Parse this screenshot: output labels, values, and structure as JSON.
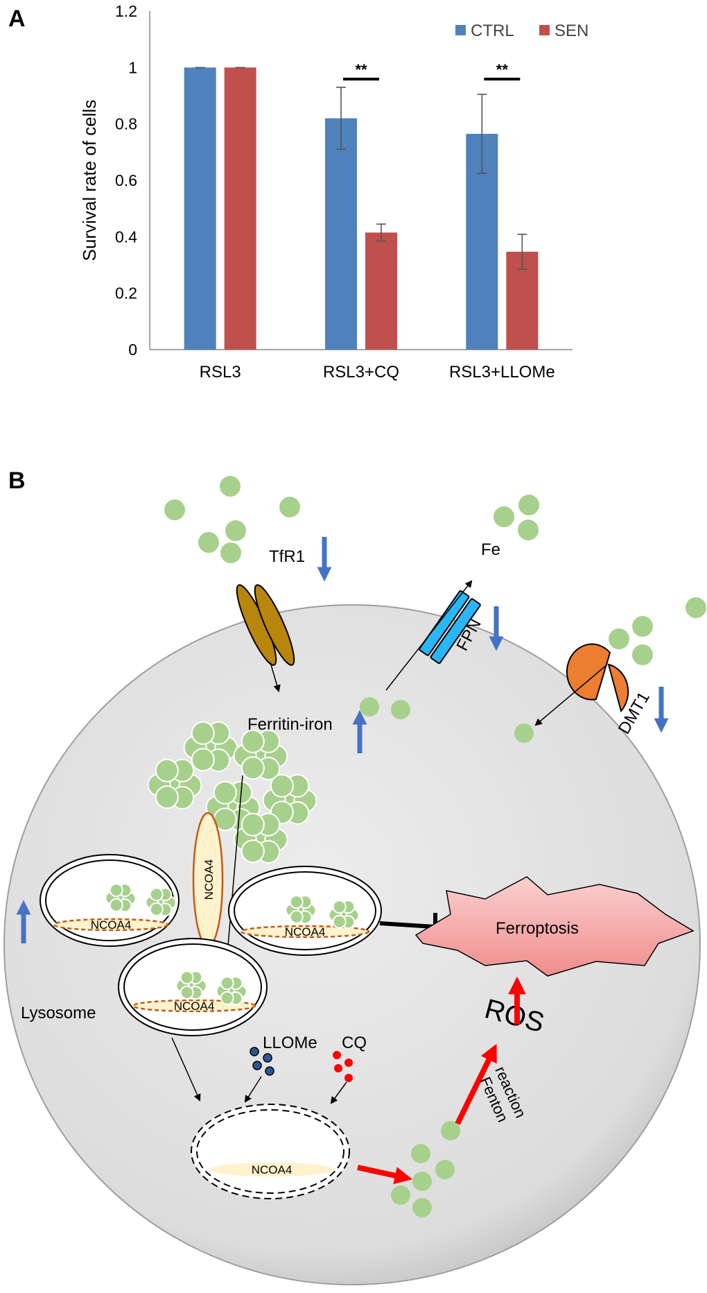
{
  "panel_a_label": "A",
  "panel_b_label": "B",
  "chart_data": {
    "type": "bar",
    "categories": [
      "RSL3",
      "RSL3+CQ",
      "RSL3+LLOMe"
    ],
    "series": [
      {
        "name": "CTRL",
        "color": "#4f81bd",
        "values": [
          1.0,
          0.82,
          0.765
        ],
        "errors": [
          0.0,
          0.11,
          0.14
        ]
      },
      {
        "name": "SEN",
        "color": "#c0504d",
        "values": [
          1.0,
          0.415,
          0.347
        ],
        "errors": [
          0.0,
          0.03,
          0.062
        ]
      }
    ],
    "ylabel": "Survival rate of cells",
    "ylim": [
      0,
      1.2
    ],
    "yticks": [
      0,
      0.2,
      0.4,
      0.6,
      0.8,
      1,
      1.2
    ],
    "ytick_labels": [
      "0",
      "0.2",
      "0.4",
      "0.6",
      "0.8",
      "1",
      "1.2"
    ],
    "significance": [
      {
        "category": "RSL3+CQ",
        "label": "**"
      },
      {
        "category": "RSL3+LLOMe",
        "label": "**"
      }
    ],
    "legend_position": "top-right",
    "grid": false
  },
  "diagram": {
    "tfr1": "TfR1",
    "fe": "Fe",
    "fpn": "FPN",
    "dmt1": "DMT1",
    "ferritin_iron": "Ferritin-iron",
    "ncoa4": "NCOA4",
    "lysosome": "Lysosome",
    "llome": "LLOMe",
    "cq": "CQ",
    "ferroptosis": "Ferroptosis",
    "ros": "ROS",
    "fenton_line1": "Fenton",
    "fenton_line2": "reaction"
  },
  "colors": {
    "iron_green": "#a8d08d",
    "cell_fill": "#e6e6e6",
    "tfr1_brown": "#b8860b",
    "fpn_blue": "#29b6f6",
    "dmt1_orange": "#ed7d31",
    "up_down_arrow": "#4472c4",
    "red_arrow": "#ff0000",
    "ferroptosis_pink": "#f4a6a6",
    "ncoa4_fill": "#fff2cc",
    "ncoa4_dash": "#c55a11",
    "llome_blue": "#2f5597"
  }
}
